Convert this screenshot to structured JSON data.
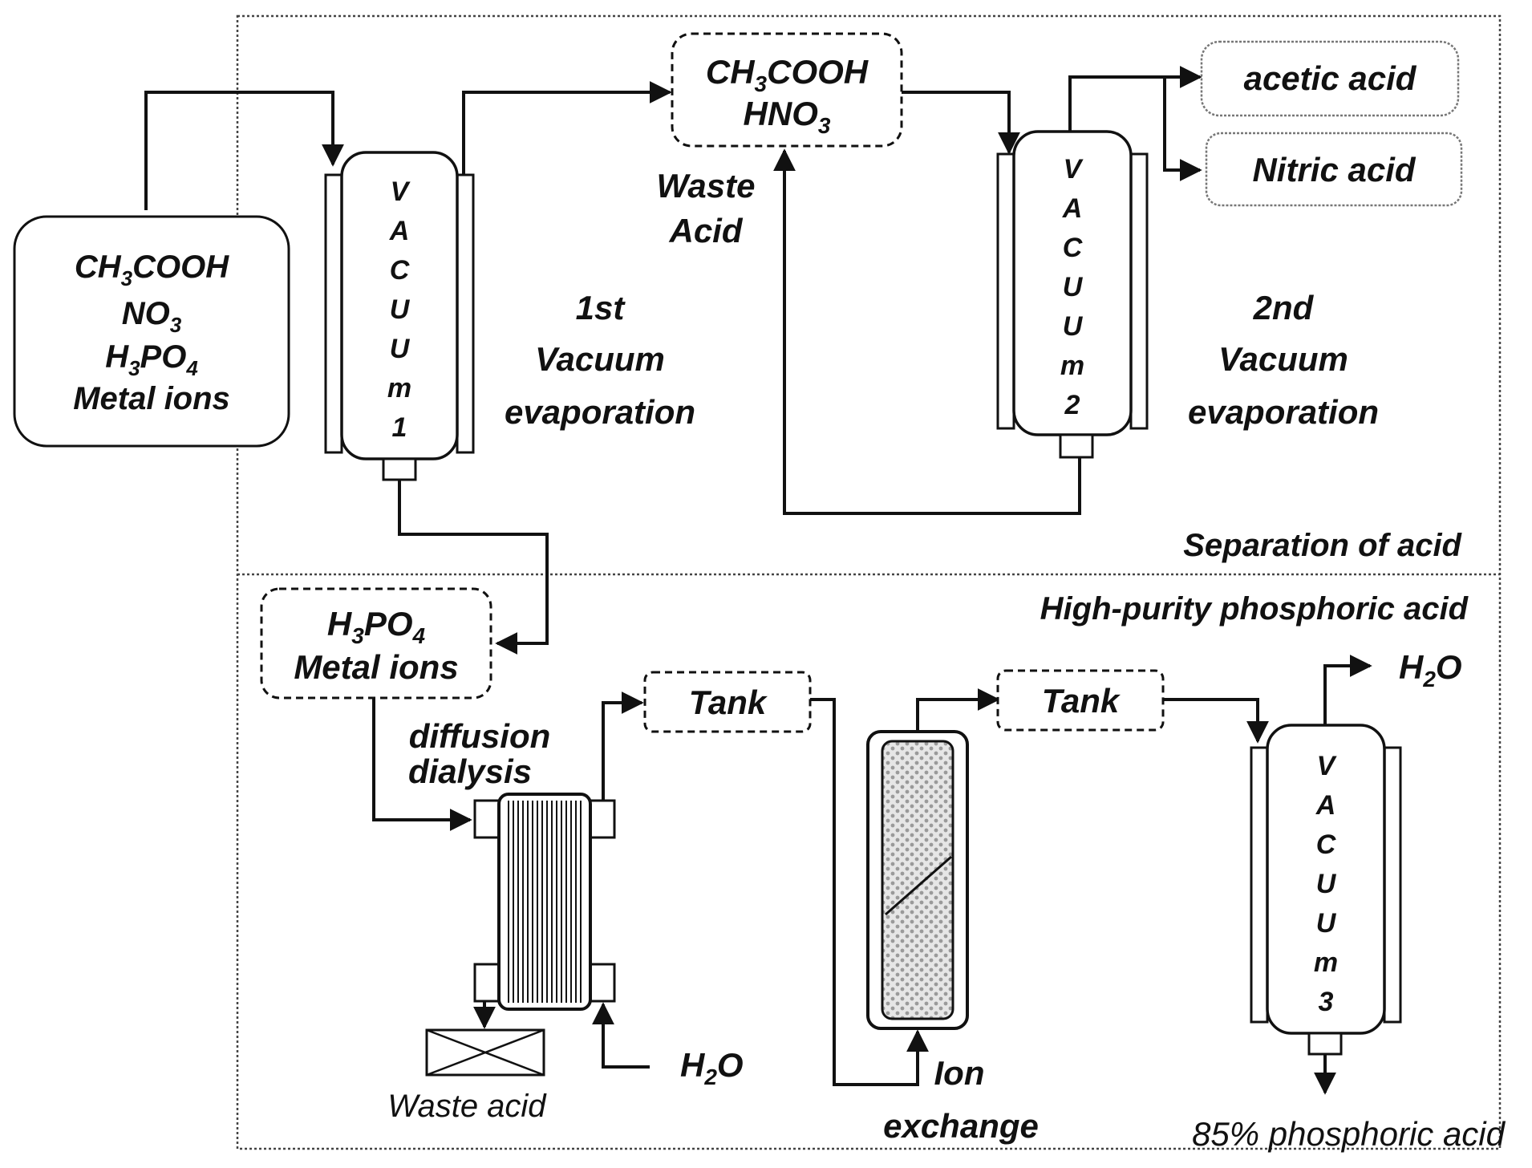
{
  "feed": {
    "line1_main": "CH",
    "line1_sub": "3",
    "line1_tail": "COOH",
    "line2_main": "NO",
    "line2_sub": "3",
    "line3_a": "H",
    "line3_sub1": "3",
    "line3_b": "PO",
    "line3_sub2": "4",
    "line4": "Metal ions"
  },
  "evap1": {
    "letters": [
      "V",
      "A",
      "C",
      "U",
      "U",
      "m",
      "1"
    ],
    "label_line1": "1st",
    "label_line2": "Vacuum",
    "label_line3": "evaporation"
  },
  "waste_acid_box": {
    "line1_main": "CH",
    "line1_sub": "3",
    "line1_tail": "COOH",
    "line2_main": "HNO",
    "line2_sub": "3",
    "caption_line1": "Waste",
    "caption_line2": "Acid"
  },
  "evap2": {
    "letters": [
      "V",
      "A",
      "C",
      "U",
      "U",
      "m",
      "2"
    ],
    "label_line1": "2nd",
    "label_line2": "Vacuum",
    "label_line3": "evaporation"
  },
  "products": {
    "acetic": "acetic acid",
    "nitric": "Nitric acid"
  },
  "section_top": "Separation of acid",
  "section_bottom": "High-purity phosphoric acid",
  "mid_box": {
    "line1_a": "H",
    "line1_sub1": "3",
    "line1_b": "PO",
    "line1_sub2": "4",
    "line2": "Metal ions"
  },
  "dialysis": {
    "label_line1": "diffusion",
    "label_line2": "dialysis",
    "waste": "Waste acid",
    "water_main": "H",
    "water_sub": "2",
    "water_tail": "O"
  },
  "tank1": "Tank",
  "tank2": "Tank",
  "ion_exchange": {
    "label_line1": "Ion",
    "label_line2": "exchange"
  },
  "evap3": {
    "letters": [
      "V",
      "A",
      "C",
      "U",
      "U",
      "m",
      "3"
    ],
    "water_main": "H",
    "water_sub": "2",
    "water_tail": "O",
    "product": "85% phosphoric acid"
  }
}
